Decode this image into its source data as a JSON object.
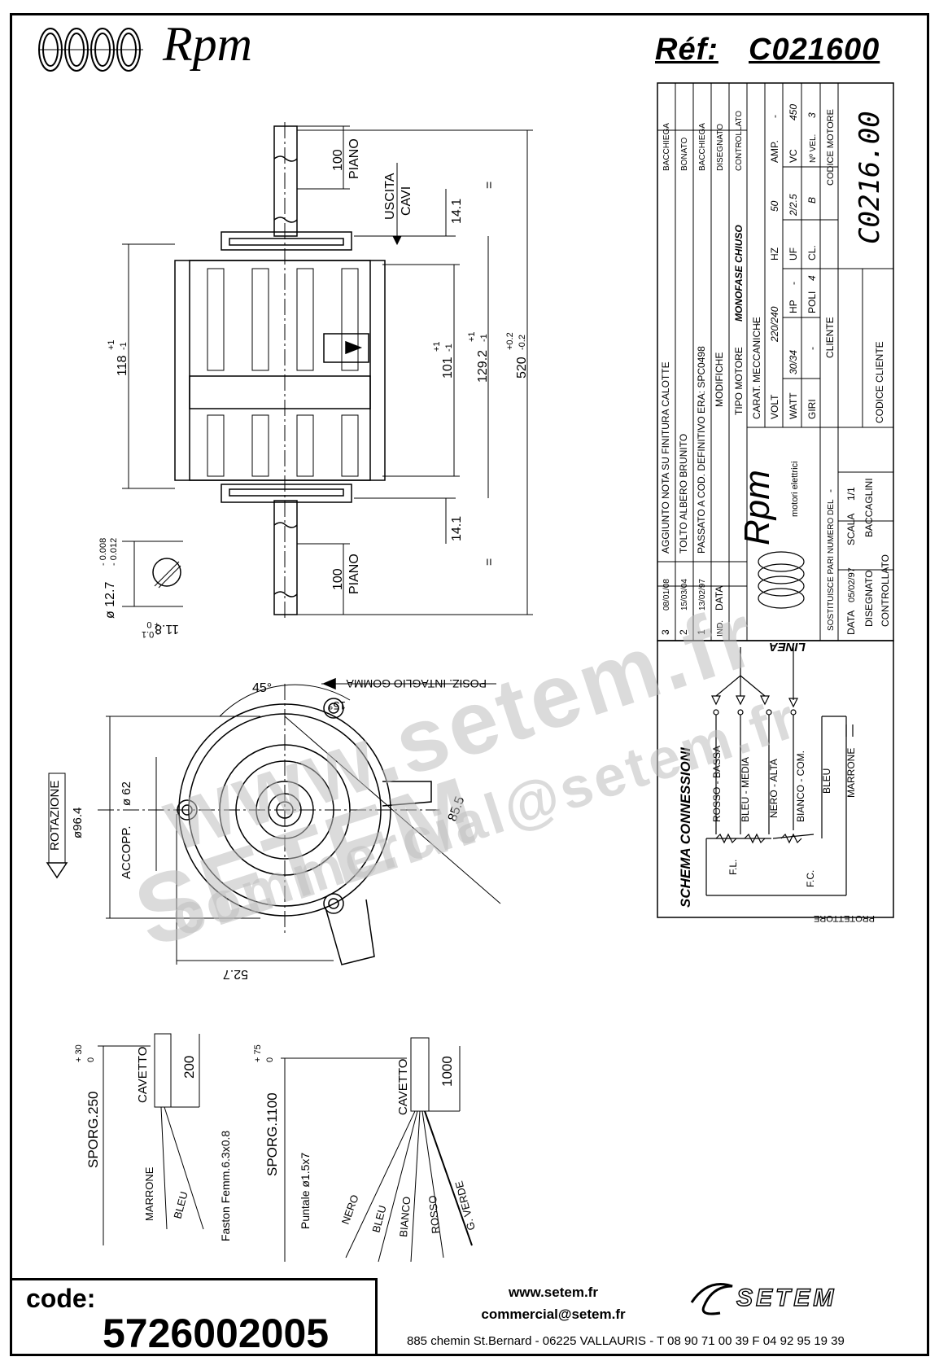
{
  "header": {
    "logo_text": "Rpm",
    "ref_label": "Réf:",
    "ref_value": "C021600"
  },
  "drawing": {
    "top_shaft_label": "100",
    "top_shaft_note": "PIANO",
    "cable_exit_1": "USCITA",
    "cable_exit_2": "CAVI",
    "dim_14_top": "14.1",
    "dim_14_bottom": "14.1",
    "dim_118": "118",
    "dim_118_tol_plus": "+1",
    "dim_118_tol_minus": "-1",
    "dim_101": "101",
    "dim_101_tol_plus": "+1",
    "dim_101_tol_minus": "-1",
    "dim_129": "129.2",
    "dim_129_tol_plus": "+1",
    "dim_129_tol_minus": "-1",
    "dim_520": "520",
    "dim_520_tol_plus": "+0.2",
    "dim_520_tol_minus": "-0.2",
    "equal_sign": "=",
    "bottom_shaft_label": "100",
    "bottom_shaft_note": "PIANO",
    "shaft_diameter": "ø 12.7",
    "shaft_tol_1": "- 0.008",
    "shaft_tol_2": "- 0.012",
    "flat_dim": "11.8",
    "flat_tol_plus": "+ 0",
    "flat_tol_minus": "- 0.1",
    "angle_45": "45°",
    "angle_15": "15°",
    "rubber_position": "POSIZ. INTAGLIO GOMMA",
    "rotation": "ROTAZIONE",
    "diameter_96": "ø96.4",
    "coupling": "ACCOPP.",
    "coupling_dia": "ø 62",
    "dim_85": "85.5",
    "dim_52": "52.7",
    "cable1_sporg": "SPORG.250",
    "cable1_tol_plus": "+ 30",
    "cable1_tol_zero": "0",
    "cable1_name": "CAVETTO",
    "cable1_len": "200",
    "cable1_wire1": "MARRONE",
    "cable1_wire2": "BLEU",
    "cable1_faston": "Faston Femm.6.3x0.8",
    "cable2_sporg": "SPORG.1100",
    "cable2_tol_plus": "+ 75",
    "cable2_tol_zero": "0",
    "cable2_name": "CAVETTO",
    "cable2_len": "1000",
    "cable2_tip": "Puntale ø1.5x7",
    "cable2_wires": [
      "NERO",
      "BLEU",
      "BIANCO",
      "ROSSO",
      "G. VERDE"
    ]
  },
  "title_block": {
    "revisions": [
      {
        "ind": "3",
        "date": "08/01/08",
        "text": "AGGIUNTO NOTA SU FINITURA CALOTTE",
        "by": "BACCHIEGA"
      },
      {
        "ind": "2",
        "date": "15/03/04",
        "text": "TOLTO ALBERO BRUNITO",
        "by": "BONATO"
      },
      {
        "ind": "1",
        "date": "13/02/97",
        "text": "PASSATO A COD. DEFINITIVO ERA: SPC0498",
        "by": "BACCHIEGA"
      }
    ],
    "dash": "-",
    "ind_header": "IND.",
    "date_header": "DATA",
    "modifiche": "MODIFICHE",
    "disegnato_h": "DISEGNATO",
    "controllato_h": "CONTROLLATO",
    "tipo_motore_label": "TIPO MOTORE",
    "tipo_motore": "MONOFASE CHIUSO",
    "carat_label": "CARAT. MECCANICHE",
    "volt_label": "VOLT",
    "volt": "220/240",
    "hz_label": "HZ",
    "hz": "50",
    "amp_label": "AMP.",
    "amp": "-",
    "watt_label": "WATT",
    "watt": "30/34",
    "hp_label": "HP",
    "hp": "-",
    "uf_label": "UF",
    "uf": "2/2.5",
    "vc_label": "VC",
    "vc": "450",
    "giri_label": "GIRI",
    "giri": "-",
    "poli_label": "POLI",
    "poli": "4",
    "cl_label": "CL.",
    "cl": "B",
    "nvel_label": "Nº VEL.",
    "nvel": "3",
    "cliente_label": "CLIENTE",
    "codice_cliente_label": "CODICE CLIENTE",
    "codice_motore_label": "CODICE MOTORE",
    "codice_motore": "C0216.00",
    "brand": "Rpm",
    "brand_sub": "motori elettrici",
    "sostituisce": "SOSTITUISCE PARI NUMERO DEL",
    "data_label": "DATA",
    "data": "05/02/97",
    "scala_label": "SCALA",
    "scala": "1/1",
    "disegnato_label": "DISEGNATO",
    "disegnato": "BACCAGLINI",
    "controllato_label": "CONTROLLATO"
  },
  "schema": {
    "title": "SCHEMA CONNESSIONI",
    "linea": "LINEA",
    "wires": [
      "ROSSO - BASSA",
      "BLEU - MEDIA",
      "NERO - ALTA",
      "BIANCO - COM.",
      "BLEU",
      "MARRONE"
    ],
    "fl": "F.L.",
    "fc": "F.C.",
    "protettore": "PROTETTORE"
  },
  "footer": {
    "code_label": "code:",
    "code_value": "5726002005",
    "website": "www.setem.fr",
    "email": "commercial@setem.fr",
    "address": "885 chemin St.Bernard  -  06225 VALLAURIS  -  T 08 90 71 00 39   F 04 92 95 19 39",
    "setem_logo": "SETEM"
  },
  "watermark": {
    "line1": "www.setem.fr",
    "line2": "SETEM",
    "line3": "commercial@setem.fr"
  }
}
